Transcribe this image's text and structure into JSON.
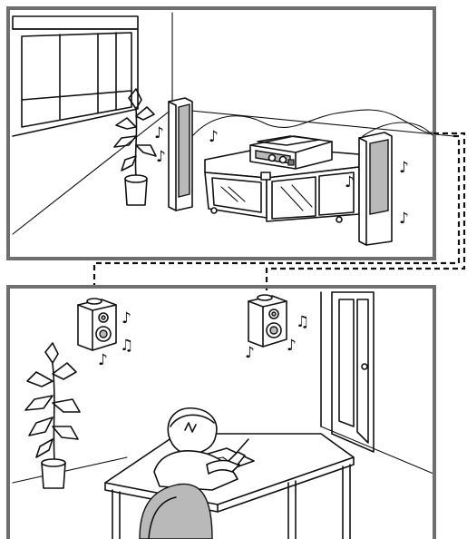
{
  "figure": {
    "panels": [
      "main-room",
      "second-room"
    ],
    "connection": "dashed speaker cable linking the main-room system to the ceiling speakers in the second room",
    "colors": {
      "frame": "#6f6f6f",
      "line": "#111111",
      "speaker_grey": "#b9b9b9",
      "background": "#ffffff"
    },
    "music_note_glyph": "♪",
    "double_note_glyph": "♫"
  }
}
